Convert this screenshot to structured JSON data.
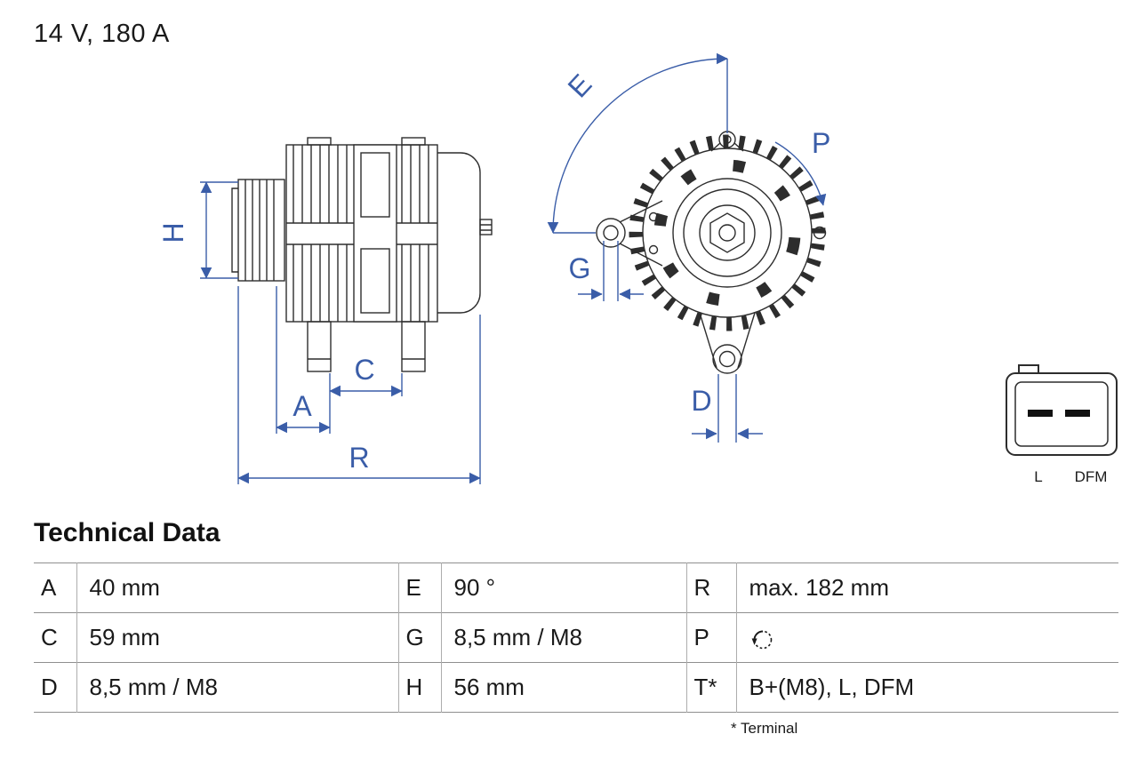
{
  "header": {
    "rating": "14 V, 180 A"
  },
  "colors": {
    "dimension_blue": "#3a5da8",
    "drawing_line": "#2d2d2d",
    "table_line": "#8f8f8f"
  },
  "diagram": {
    "side_view_labels": {
      "H": "H",
      "A": "A",
      "C": "C",
      "R": "R"
    },
    "front_view_labels": {
      "E": "E",
      "P": "P",
      "G": "G",
      "D": "D"
    },
    "connector_labels": {
      "left": "L",
      "right": "DFM"
    }
  },
  "table": {
    "title": "Technical Data",
    "rows": [
      [
        {
          "key": "A",
          "value": "40 mm"
        },
        {
          "key": "E",
          "value": "90 °"
        },
        {
          "key": "R",
          "value": "max. 182 mm"
        }
      ],
      [
        {
          "key": "C",
          "value": "59 mm"
        },
        {
          "key": "G",
          "value": "8,5 mm / M8"
        },
        {
          "key": "P",
          "value": "",
          "icon": "rotation-direction-icon"
        }
      ],
      [
        {
          "key": "D",
          "value": "8,5 mm / M8"
        },
        {
          "key": "H",
          "value": "56 mm"
        },
        {
          "key": "T*",
          "value": "B+(M8), L, DFM"
        }
      ]
    ],
    "footnote": "* Terminal"
  }
}
